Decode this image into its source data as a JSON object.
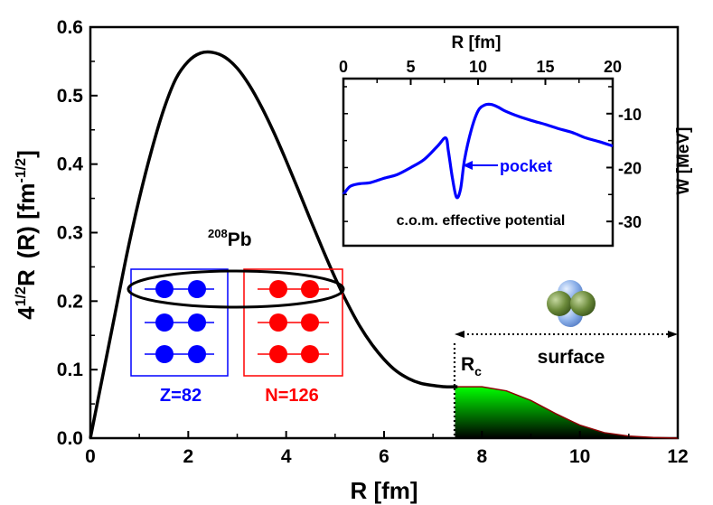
{
  "chart_data": [
    {
      "type": "line",
      "xlabel": "R [fm]",
      "ylabel": {
        "a": "4",
        "b": "1/2",
        "c": "R",
        "d": "(R) [fm",
        "e": "-1/2",
        "f": "]"
      },
      "xlim": [
        0,
        12
      ],
      "ylim": [
        0,
        0.6
      ],
      "x_ticks": [
        "0",
        "2",
        "4",
        "6",
        "8",
        "10",
        "12"
      ],
      "y_ticks": [
        "0.0",
        "0.1",
        "0.2",
        "0.3",
        "0.4",
        "0.5",
        "0.6"
      ],
      "series": [
        {
          "x": [
            0,
            0.25,
            0.5,
            0.75,
            1.0,
            1.25,
            1.5,
            1.75,
            2.0,
            2.25,
            2.5,
            2.75,
            3.0,
            3.25,
            3.5,
            3.75,
            4.0,
            4.25,
            4.5,
            4.75,
            5.0,
            5.25,
            5.5,
            5.75,
            6.0,
            6.25,
            6.5,
            6.75,
            7.0,
            7.25,
            7.5
          ],
          "values": [
            0,
            0.09,
            0.18,
            0.27,
            0.35,
            0.42,
            0.48,
            0.525,
            0.55,
            0.562,
            0.563,
            0.556,
            0.54,
            0.515,
            0.483,
            0.446,
            0.405,
            0.362,
            0.318,
            0.275,
            0.234,
            0.197,
            0.164,
            0.137,
            0.115,
            0.098,
            0.087,
            0.08,
            0.077,
            0.075,
            0.075
          ]
        },
        {
          "fill": "green-to-black gradient",
          "x": [
            7.45,
            8.0,
            8.5,
            9.0,
            9.5,
            10.0,
            10.5,
            11.0,
            11.5,
            12.0
          ],
          "values": [
            0.075,
            0.075,
            0.069,
            0.055,
            0.036,
            0.019,
            0.008,
            0.003,
            0.001,
            0.0
          ]
        }
      ],
      "annotations": {
        "nucleus": "Pb",
        "mass_number": "208",
        "proton_label": "Z=82",
        "neutron_label": "N=126",
        "rc_main": "R",
        "rc_sub": "c",
        "surface": "surface"
      },
      "colors": {
        "proton": "#0000ff",
        "neutron": "#ff0000",
        "curve": "#000000",
        "fill_top": "#00ff00",
        "fill_bottom": "#000000",
        "fill_edge": "#8b0000"
      }
    },
    {
      "type": "line",
      "xlabel": "R [fm]",
      "ylabel": "W [MeV]",
      "xlim": [
        0,
        20
      ],
      "ylim": [
        -34.5,
        -3.5
      ],
      "x_ticks": [
        "0",
        "5",
        "10",
        "15",
        "20"
      ],
      "y_ticks": [
        "-10",
        "-20",
        "-30"
      ],
      "annotation": "c.o.m. effective potential",
      "pocket_label": "pocket",
      "series": [
        {
          "color": "#0000ff",
          "x": [
            0,
            0.5,
            1.2,
            2.0,
            3.0,
            4.0,
            5.0,
            6.0,
            7.0,
            7.6,
            7.8,
            8.1,
            8.4,
            8.7,
            9.0,
            9.5,
            10.0,
            10.5,
            11.0,
            11.5,
            12.0,
            13.0,
            14.0,
            15.0,
            16.0,
            17.0,
            18.0,
            19.0,
            20.0
          ],
          "values": [
            -25,
            -23.5,
            -23.0,
            -22.8,
            -22.0,
            -21.3,
            -20.0,
            -18.5,
            -16.0,
            -14.5,
            -17.0,
            -22.0,
            -25.5,
            -24.0,
            -18.5,
            -13.0,
            -9.5,
            -8.4,
            -8.3,
            -8.8,
            -9.5,
            -10.5,
            -11.3,
            -12.0,
            -12.8,
            -13.5,
            -14.5,
            -15.2,
            -16.0
          ]
        }
      ]
    }
  ]
}
